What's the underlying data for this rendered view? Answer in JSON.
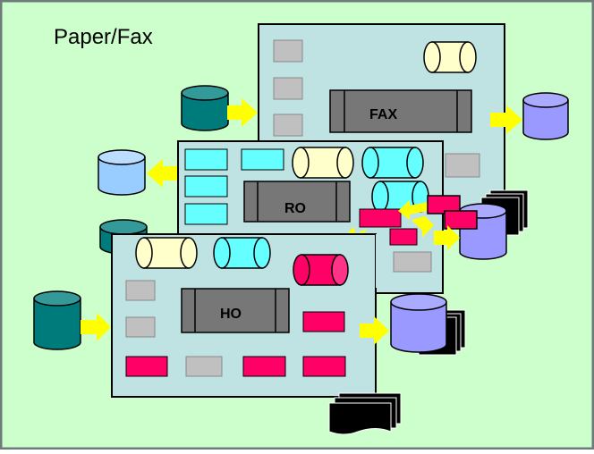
{
  "diagram": {
    "title": "Paper/Fax",
    "labels": {
      "fax": "FAX",
      "ro": "RO",
      "ho": "HO"
    },
    "colors": {
      "background": "#ccffcc",
      "border": "#6e7b7b",
      "panel": "#bfe3e3",
      "grey_box": "#c0c0c0",
      "cyan": "#66ffff",
      "pink": "#ff0066",
      "cream": "#ffffcc",
      "teal_db": "#007b7b",
      "light_blue_db": "#99ccff",
      "violet_db": "#9999ff",
      "process_box": "#777777",
      "arrow": "#ffff00",
      "doc": "#000000"
    }
  }
}
